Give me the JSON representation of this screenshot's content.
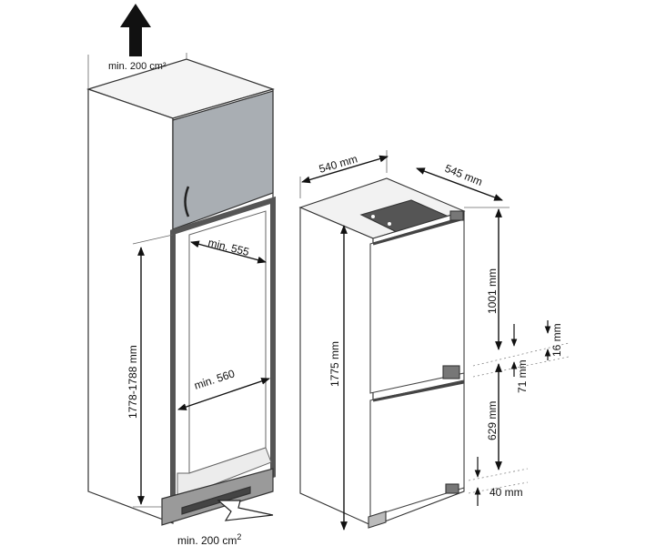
{
  "cabinet": {
    "top_vent": "min. 200 cm²",
    "bottom_vent_prefix": "min. 200 cm",
    "bottom_vent_sup": "2",
    "inner_depth": "min. 555",
    "inner_width": "min. 560",
    "niche_height": "1778-1788 mm"
  },
  "fridge": {
    "width": "540 mm",
    "depth": "545 mm",
    "total_height": "1775 mm",
    "upper_door": "1001 mm",
    "gap_top": "16 mm",
    "gap_mid": "71 mm",
    "lower_door": "629 mm",
    "gap_bottom": "40 mm"
  }
}
